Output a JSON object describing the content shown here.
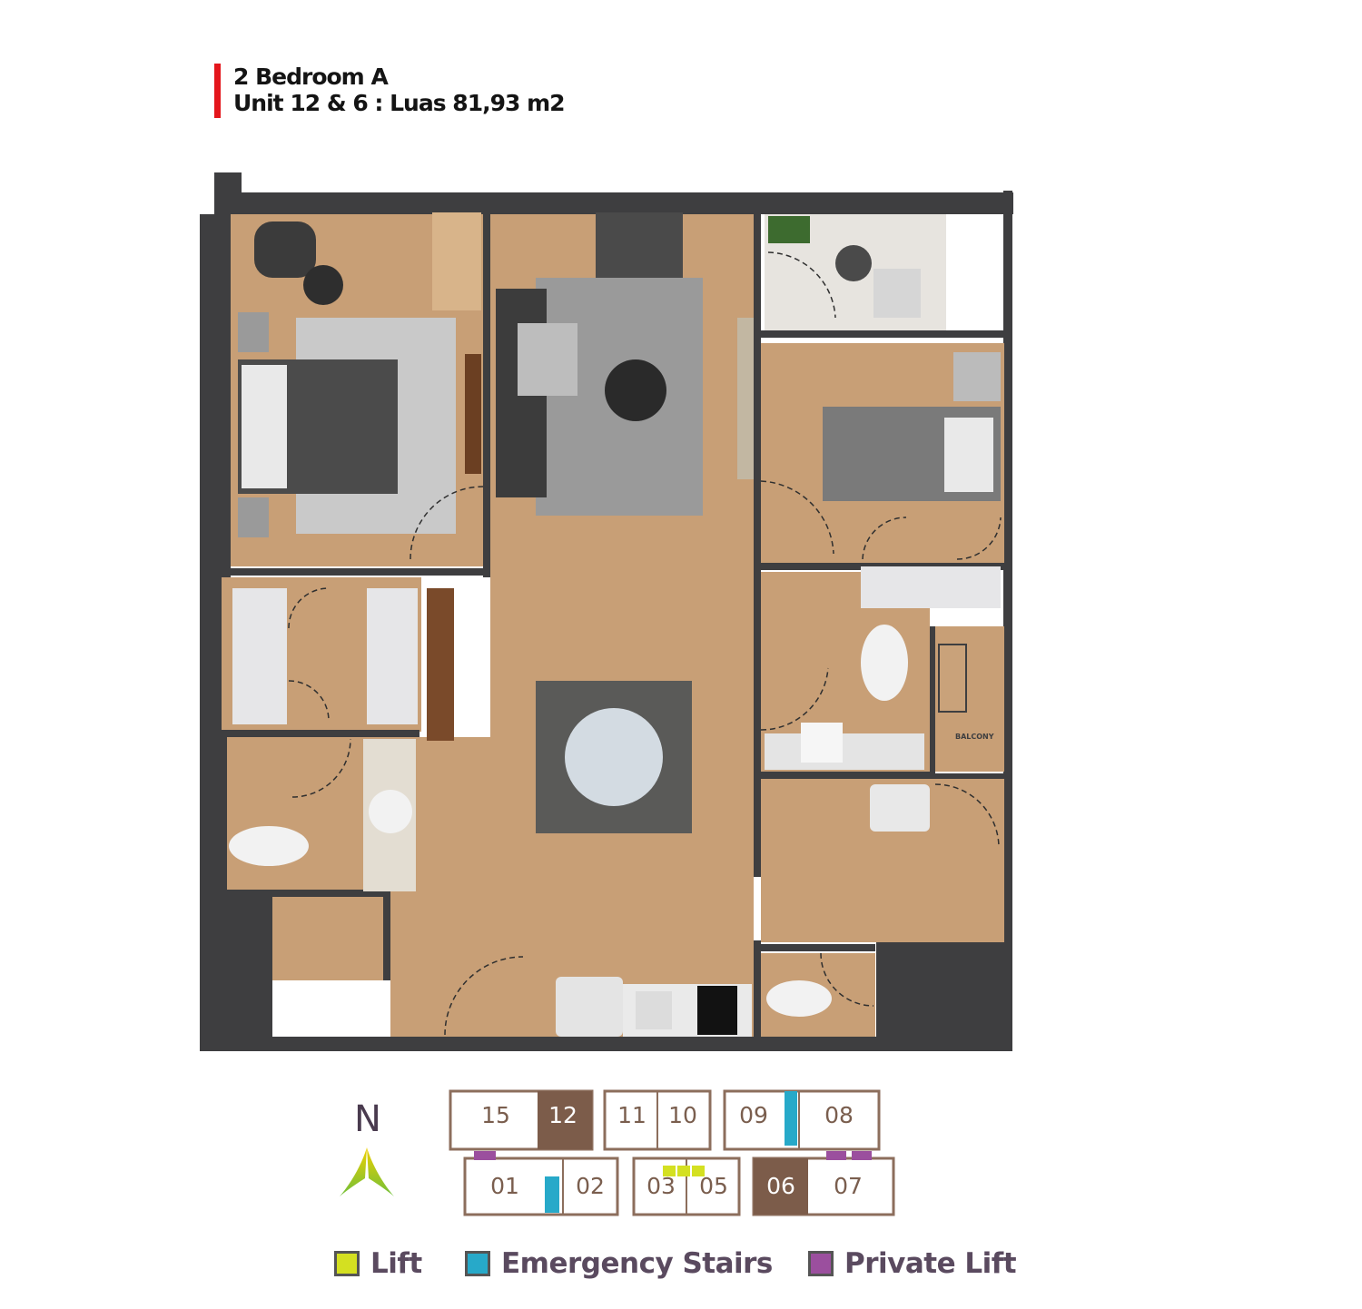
{
  "title": {
    "line1": "2 Bedroom A",
    "line2": "Unit 12 & 6 : Luas 81,93 m2",
    "accent_color": "#e4161c"
  },
  "plan": {
    "floor_color": "#c89f76",
    "wall_color": "#3e3e40",
    "balcony_label": "BALCONY"
  },
  "compass": {
    "letter": "N",
    "arrow_colors": [
      "#f0d000",
      "#6fbf3a"
    ]
  },
  "keyplan": {
    "units_top": [
      "15",
      "12",
      "11",
      "10",
      "09",
      "08"
    ],
    "units_bottom": [
      "01",
      "02",
      "03",
      "05",
      "06",
      "07"
    ],
    "highlighted_units": [
      "12",
      "06"
    ],
    "highlight_color": "#7c5c4a",
    "frame_color": "#8c6e5c"
  },
  "legend": [
    {
      "label": "Lift",
      "color": "#d4e021"
    },
    {
      "label": "Emergency Stairs",
      "color": "#27a9c9"
    },
    {
      "label": "Private Lift",
      "color": "#9b4f9e"
    }
  ]
}
